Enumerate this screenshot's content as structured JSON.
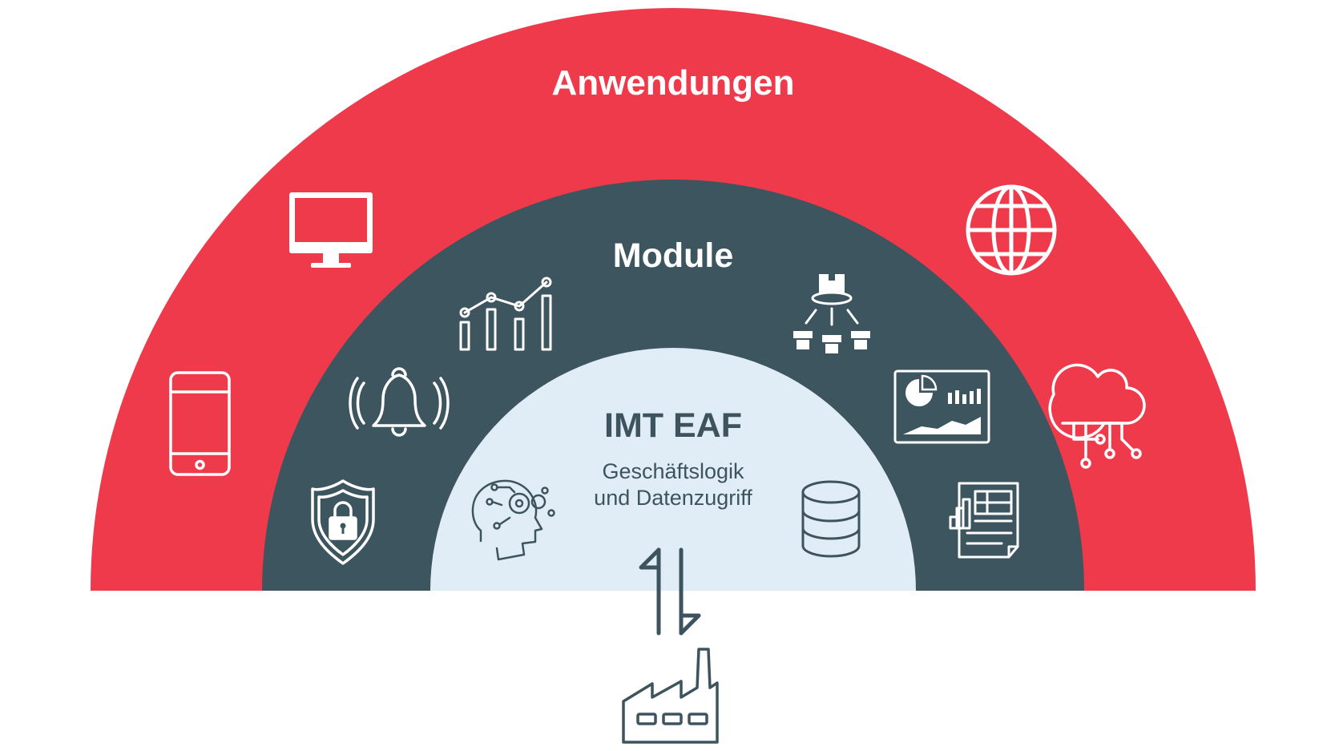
{
  "layers": {
    "outer": {
      "label": "Anwendungen",
      "color": "#ef3a4c"
    },
    "middle": {
      "label": "Module",
      "color": "#3d555f"
    },
    "inner": {
      "title": "IMT EAF",
      "subtitle_line1": "Geschäftslogik",
      "subtitle_line2": "und Datenzugriff",
      "color": "#e1edf6"
    }
  },
  "icons": {
    "outer": [
      "tablet-icon",
      "monitor-icon",
      "globe-icon",
      "cloud-network-icon"
    ],
    "middle": [
      "shield-lock-icon",
      "bell-icon",
      "bar-trend-chart-icon",
      "distribution-icon",
      "dashboard-icon",
      "report-icon"
    ],
    "inner": [
      "brain-gear-icon",
      "database-icon"
    ],
    "bottom": [
      "exchange-arrows-icon",
      "factory-icon"
    ]
  },
  "text_color_dark": "#3d545e"
}
